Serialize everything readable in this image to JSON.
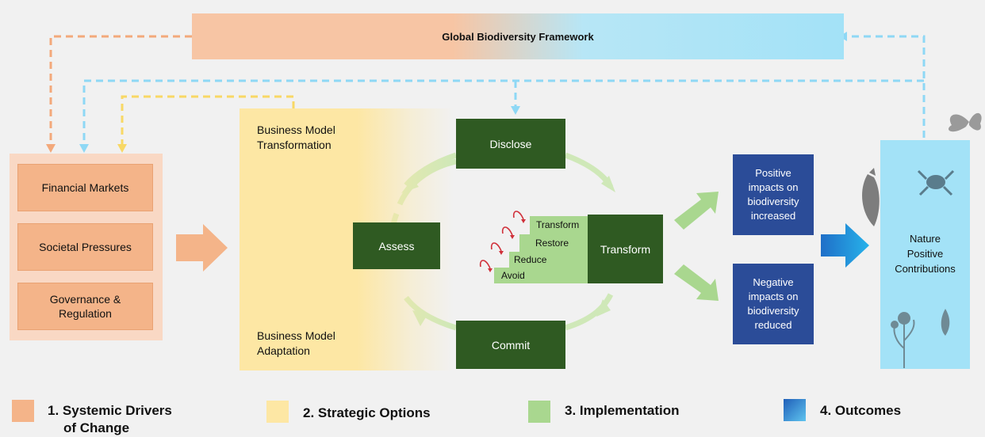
{
  "framework": {
    "title": "Global Biodiversity Framework"
  },
  "drivers": {
    "items": [
      "Financial Markets",
      "Societal Pressures",
      "Governance & Regulation"
    ]
  },
  "strategy": {
    "top_label_1": "Business Model",
    "top_label_2": "Transformation",
    "bottom_label_1": "Business Model",
    "bottom_label_2": "Adaptation"
  },
  "implementation": {
    "disclose": "Disclose",
    "assess": "Assess",
    "commit": "Commit",
    "transform": "Transform",
    "hierarchy": [
      "Transform",
      "Restore",
      "Reduce",
      "Avoid"
    ]
  },
  "outcomes": {
    "positive": [
      "Positive",
      "impacts on",
      "biodiversity",
      "increased"
    ],
    "negative": [
      "Negative",
      "impacts on",
      "biodiversity",
      "reduced"
    ],
    "nature": [
      "Nature",
      "Positive",
      "Contributions"
    ]
  },
  "legend": [
    {
      "line1": "1. Systemic Drivers",
      "line2": "of Change",
      "color": "#f4b489"
    },
    {
      "line1": "2. Strategic Options",
      "color": "#fde7a4"
    },
    {
      "line1": "3. Implementation",
      "color": "#a9d78f"
    },
    {
      "line1": "4. Outcomes",
      "color": "#2f7fd6"
    }
  ],
  "colors": {
    "drivers": "#f4b489",
    "strategy": "#fde7a4",
    "implementation": "#a9d78f",
    "implementation_dark": "#2f5a22",
    "outcomes": "#2b4c98",
    "nature": "#a3e2f7",
    "plus_marker": "#e06060"
  }
}
